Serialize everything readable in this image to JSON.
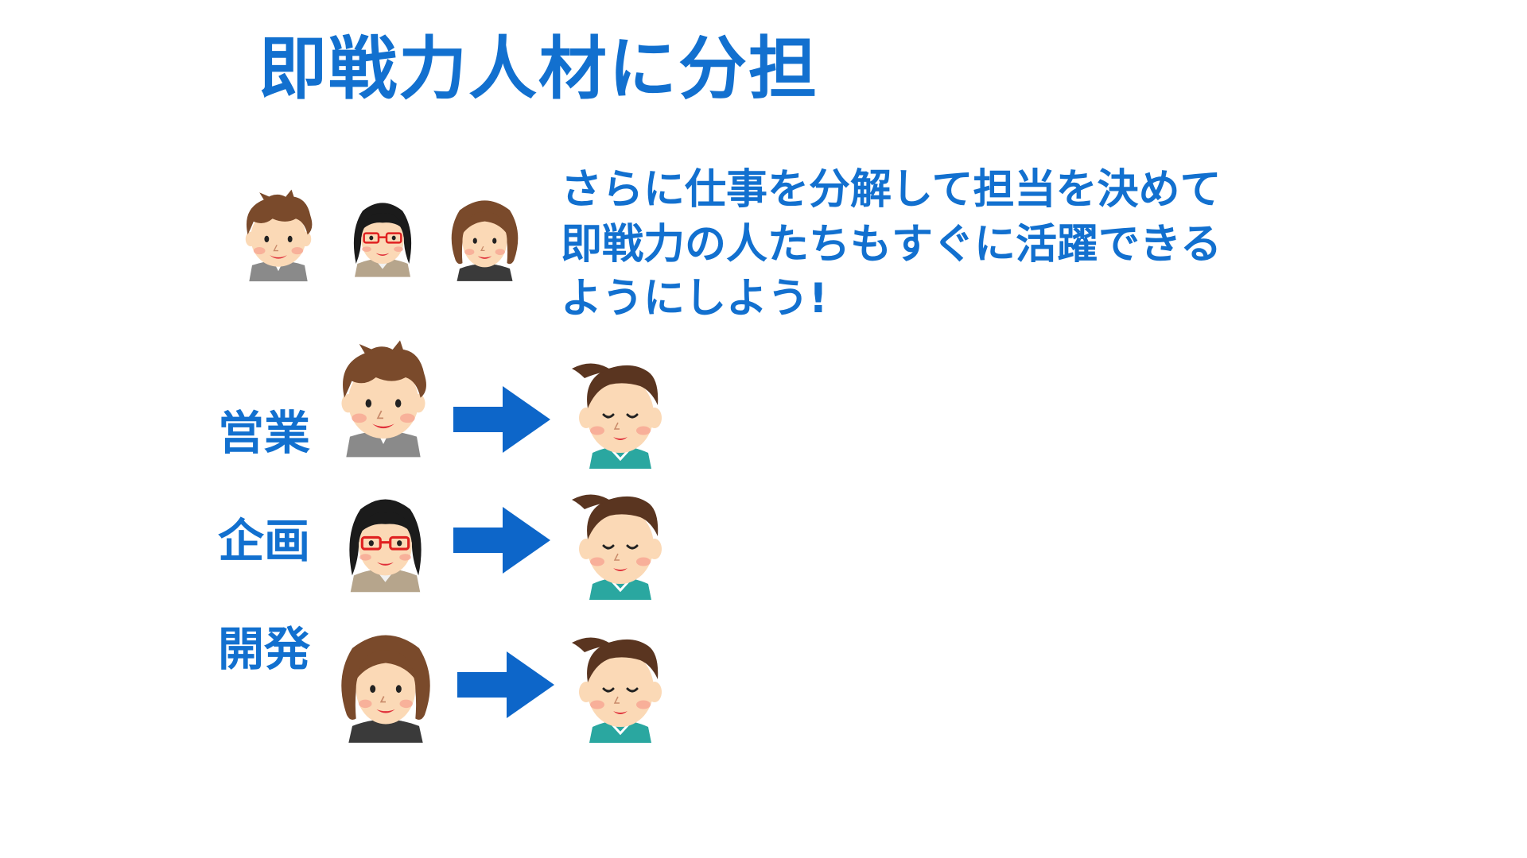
{
  "slide": {
    "title": "即戦力人材に分担",
    "description": {
      "lines": [
        "さらに仕事を分解して担当を決めて",
        "即戦力の人たちもすぐに活躍できる",
        "ようにしよう!"
      ]
    },
    "assignments": [
      {
        "label": "営業"
      },
      {
        "label": "企画"
      },
      {
        "label": "開発"
      }
    ]
  },
  "colors": {
    "accent": "#1270cf",
    "arrow": "#0d66c9",
    "skin": "#fbd9b6",
    "cheek": "#f7a08f",
    "hair_brown": "#7a4a2b",
    "hair_black": "#1b1b1b",
    "shirt_teal": "#2aa7a0",
    "shirt_gray": "#8a8a8a",
    "jacket_beige": "#b6a58c",
    "shirt_dark": "#3a3a3a"
  },
  "icons": {
    "expert_sales": "short-brown-hair-person",
    "expert_planning": "glasses-black-hair-person",
    "expert_dev": "long-brown-hair-person",
    "newcomer": "smiling-man-teal-shirt",
    "assign_arrow": "right-arrow"
  }
}
